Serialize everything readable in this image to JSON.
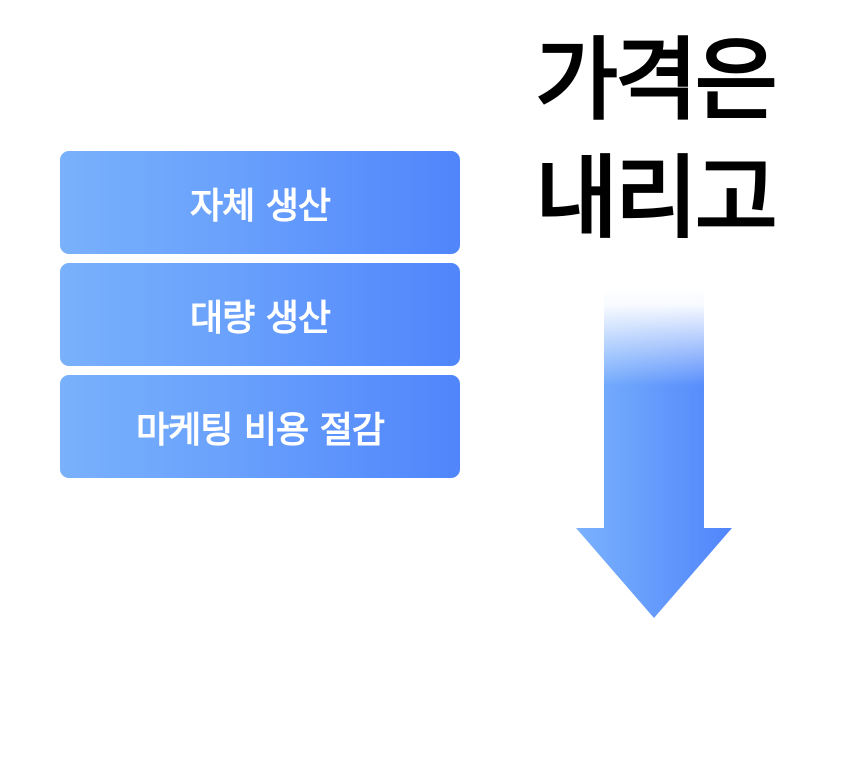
{
  "title": {
    "line1": "가격은",
    "line2": "내리고"
  },
  "boxes": [
    {
      "label": "자체 생산"
    },
    {
      "label": "대량 생산"
    },
    {
      "label": "마케팅 비용 절감"
    }
  ],
  "arrow": {
    "icon": "down-arrow-icon",
    "direction": "down"
  },
  "colors": {
    "box_start": "#79b1fc",
    "box_end": "#5085fb",
    "text": "#000000"
  }
}
